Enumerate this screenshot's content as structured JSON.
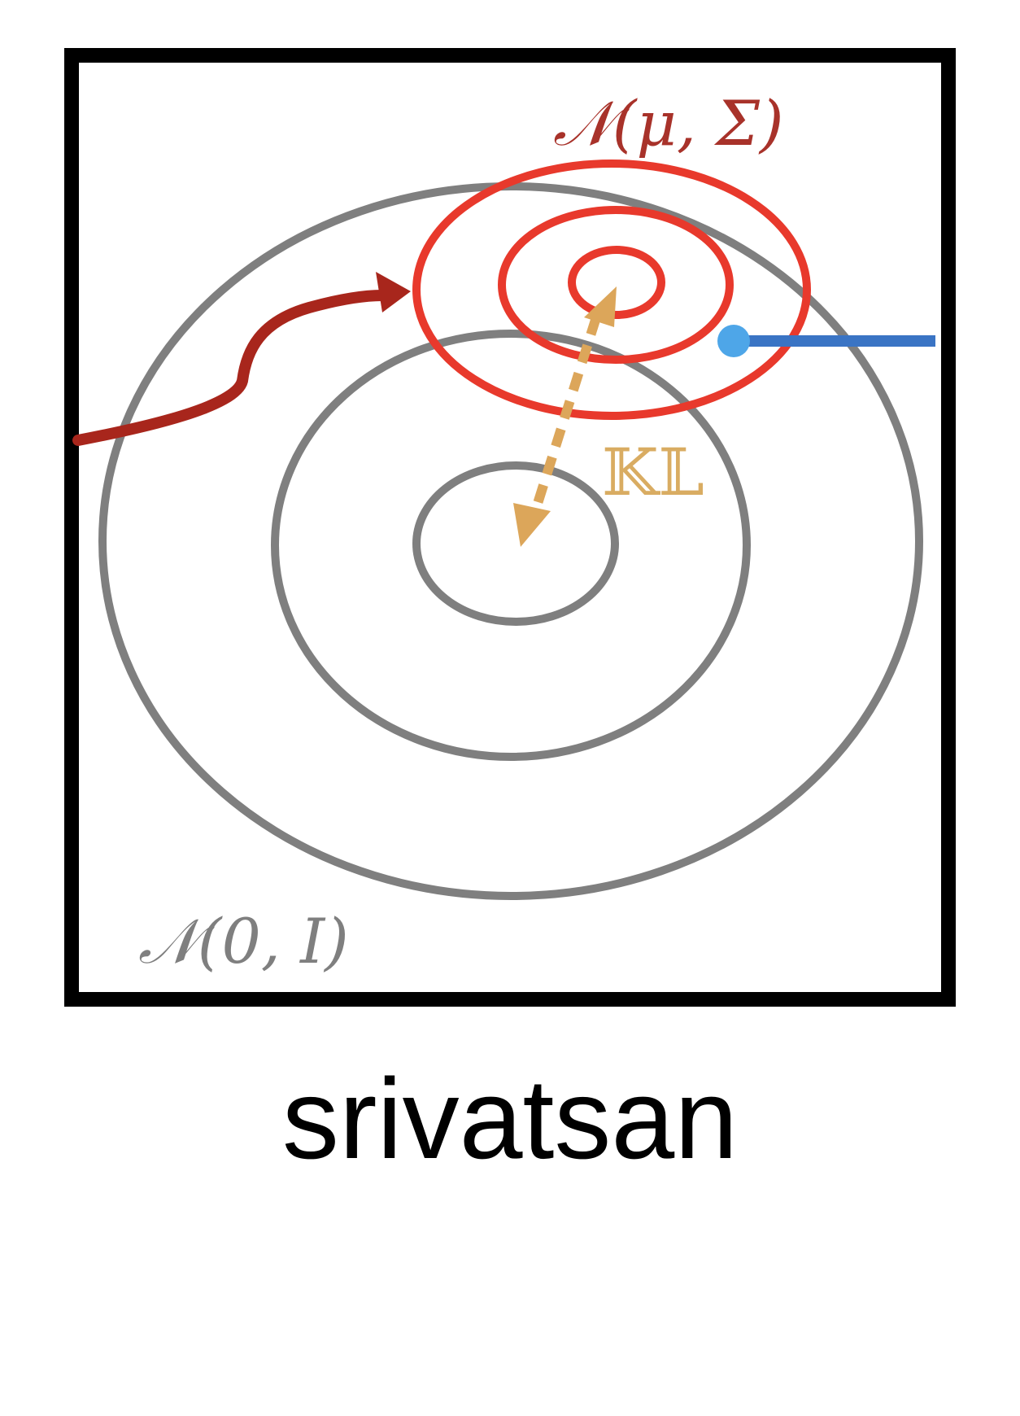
{
  "labels": {
    "posterior": "𝒩(μ, Σ)",
    "prior": "𝒩(0, I)",
    "divergence": "𝕂𝕃"
  },
  "caption": "srivatsan",
  "colors": {
    "frame": "#000000",
    "prior_contour": "#7f7f7f",
    "posterior_contour": "#e8392c",
    "posterior_label": "#a8322a",
    "input_arrow": "#a8261c",
    "kl_arrow": "#dca65a",
    "blue_line": "#3a74c4",
    "blue_dot": "#4ea6e8",
    "caption": "#000000"
  },
  "icons": {
    "input_arrow": "arrowhead-icon",
    "kl_arrow": "double-arrow-icon",
    "dot": "circle-dot-icon"
  }
}
